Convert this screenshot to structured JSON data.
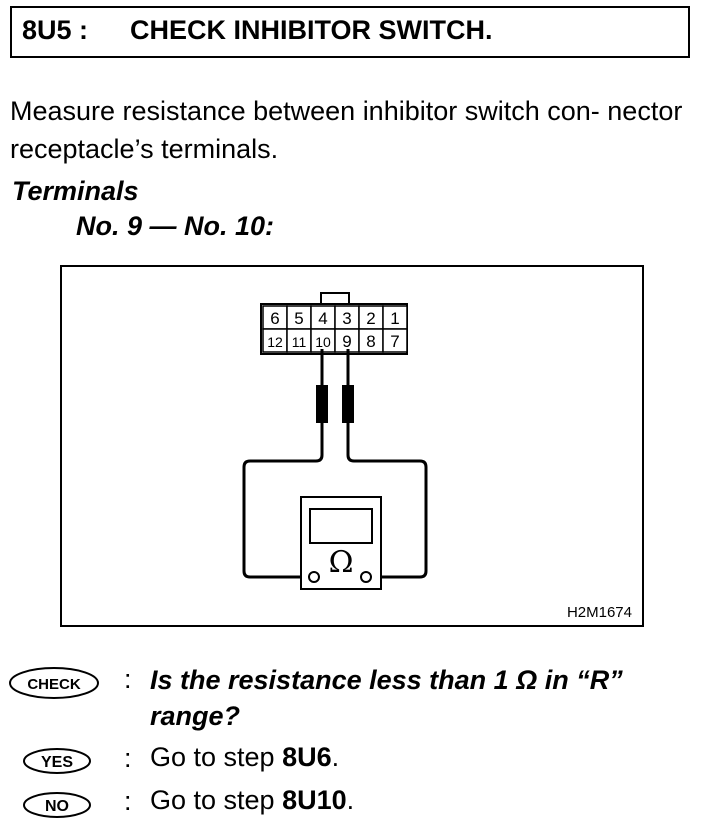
{
  "header": {
    "step_id": "8U5 :",
    "title": "CHECK INHIBITOR SWITCH."
  },
  "instruction": "Measure resistance between inhibitor switch con- nector receptacle’s terminals.",
  "terminals": {
    "heading": "Terminals",
    "value": "No. 9 — No. 10:"
  },
  "figure": {
    "connector_top_row": [
      "6",
      "5",
      "4",
      "3",
      "2",
      "1"
    ],
    "connector_bottom_row": [
      "12",
      "11",
      "10",
      "9",
      "8",
      "7"
    ],
    "meter_symbol": "Ω",
    "figure_code": "H2M1674"
  },
  "check": {
    "badge": "CHECK",
    "question_line1": "Is the resistance less than 1 Ω in “R”",
    "question_line2": "range?"
  },
  "yes": {
    "badge": "YES",
    "prefix": "Go to step ",
    "step": "8U6",
    "suffix": "."
  },
  "no": {
    "badge": "NO",
    "prefix": "Go to step ",
    "step": "8U10",
    "suffix": "."
  },
  "separator": ":"
}
